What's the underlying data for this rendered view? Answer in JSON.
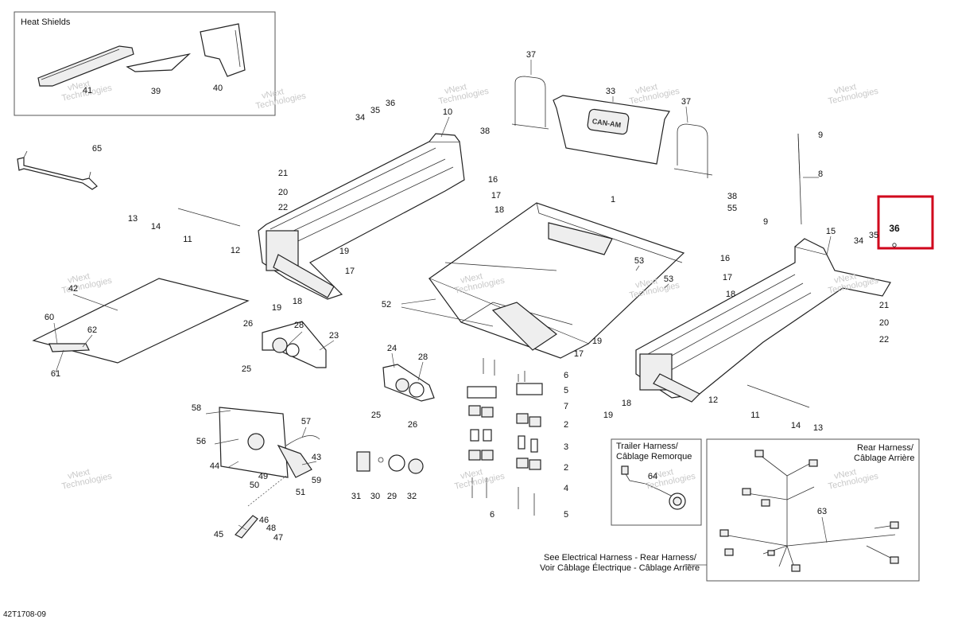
{
  "boxes": {
    "heat_shields": "Heat Shields",
    "trailer_harness": [
      "Trailer Harness/",
      "Câblage Remorque"
    ],
    "rear_harness": [
      "Rear Harness/",
      "Câblage Arrière"
    ]
  },
  "see_note": [
    "See Electrical Harness - Rear Harness/",
    "Voir Câblage Électrique - Câblage Arrière"
  ],
  "diagram_code": "42T1708-09",
  "watermark": [
    "vNext",
    "Technologies"
  ],
  "highlight": {
    "label": "36",
    "color": "#d0021b"
  },
  "callouts": [
    {
      "id": "c41a",
      "label": "41"
    },
    {
      "id": "c39",
      "label": "39"
    },
    {
      "id": "c40",
      "label": "40"
    },
    {
      "id": "c65",
      "label": "65"
    },
    {
      "id": "c37a",
      "label": "37"
    },
    {
      "id": "c33",
      "label": "33"
    },
    {
      "id": "c37b",
      "label": "37"
    },
    {
      "id": "c34a",
      "label": "34"
    },
    {
      "id": "c35a",
      "label": "35"
    },
    {
      "id": "c36a",
      "label": "36"
    },
    {
      "id": "c10",
      "label": "10"
    },
    {
      "id": "c38a",
      "label": "38"
    },
    {
      "id": "c9a",
      "label": "9"
    },
    {
      "id": "c8",
      "label": "8"
    },
    {
      "id": "c38b",
      "label": "38"
    },
    {
      "id": "c55",
      "label": "55"
    },
    {
      "id": "c9b",
      "label": "9"
    },
    {
      "id": "c21a",
      "label": "21"
    },
    {
      "id": "c20a",
      "label": "20"
    },
    {
      "id": "c22a",
      "label": "22"
    },
    {
      "id": "c13a",
      "label": "13"
    },
    {
      "id": "c14a",
      "label": "14"
    },
    {
      "id": "c11a",
      "label": "11"
    },
    {
      "id": "c12a",
      "label": "12"
    },
    {
      "id": "c16a",
      "label": "16"
    },
    {
      "id": "c17a",
      "label": "17"
    },
    {
      "id": "c18a",
      "label": "18"
    },
    {
      "id": "c1",
      "label": "1"
    },
    {
      "id": "c15",
      "label": "15"
    },
    {
      "id": "c34b",
      "label": "34"
    },
    {
      "id": "c35b",
      "label": "35"
    },
    {
      "id": "c19a",
      "label": "19"
    },
    {
      "id": "c17b",
      "label": "17"
    },
    {
      "id": "c18b",
      "label": "18"
    },
    {
      "id": "c19b",
      "label": "19"
    },
    {
      "id": "c42",
      "label": "42"
    },
    {
      "id": "c60",
      "label": "60"
    },
    {
      "id": "c62",
      "label": "62"
    },
    {
      "id": "c61",
      "label": "61"
    },
    {
      "id": "c52",
      "label": "52"
    },
    {
      "id": "c53a",
      "label": "53"
    },
    {
      "id": "c53b",
      "label": "53"
    },
    {
      "id": "c16b",
      "label": "16"
    },
    {
      "id": "c17c",
      "label": "17"
    },
    {
      "id": "c18c",
      "label": "18"
    },
    {
      "id": "c21b",
      "label": "21"
    },
    {
      "id": "c20b",
      "label": "20"
    },
    {
      "id": "c22b",
      "label": "22"
    },
    {
      "id": "c26a",
      "label": "26"
    },
    {
      "id": "c28a",
      "label": "28"
    },
    {
      "id": "c23",
      "label": "23"
    },
    {
      "id": "c25a",
      "label": "25"
    },
    {
      "id": "c19c",
      "label": "19"
    },
    {
      "id": "c17d",
      "label": "17"
    },
    {
      "id": "c24",
      "label": "24"
    },
    {
      "id": "c28b",
      "label": "28"
    },
    {
      "id": "c25b",
      "label": "25"
    },
    {
      "id": "c26b",
      "label": "26"
    },
    {
      "id": "c6a",
      "label": "6"
    },
    {
      "id": "c5a",
      "label": "5"
    },
    {
      "id": "c7",
      "label": "7"
    },
    {
      "id": "c2a",
      "label": "2"
    },
    {
      "id": "c3",
      "label": "3"
    },
    {
      "id": "c2b",
      "label": "2"
    },
    {
      "id": "c4",
      "label": "4"
    },
    {
      "id": "c6b",
      "label": "6"
    },
    {
      "id": "c5b",
      "label": "5"
    },
    {
      "id": "c19d",
      "label": "19"
    },
    {
      "id": "c18d",
      "label": "18"
    },
    {
      "id": "c12b",
      "label": "12"
    },
    {
      "id": "c11b",
      "label": "11"
    },
    {
      "id": "c14b",
      "label": "14"
    },
    {
      "id": "c13b",
      "label": "13"
    },
    {
      "id": "c58",
      "label": "58"
    },
    {
      "id": "c57",
      "label": "57"
    },
    {
      "id": "c56",
      "label": "56"
    },
    {
      "id": "c43",
      "label": "43"
    },
    {
      "id": "c44",
      "label": "44"
    },
    {
      "id": "c49",
      "label": "49"
    },
    {
      "id": "c59",
      "label": "59"
    },
    {
      "id": "c50",
      "label": "50"
    },
    {
      "id": "c51",
      "label": "51"
    },
    {
      "id": "c46",
      "label": "46"
    },
    {
      "id": "c48",
      "label": "48"
    },
    {
      "id": "c45",
      "label": "45"
    },
    {
      "id": "c47",
      "label": "47"
    },
    {
      "id": "c31",
      "label": "31"
    },
    {
      "id": "c30",
      "label": "30"
    },
    {
      "id": "c29",
      "label": "29"
    },
    {
      "id": "c32",
      "label": "32"
    },
    {
      "id": "c64",
      "label": "64"
    },
    {
      "id": "c63",
      "label": "63"
    }
  ]
}
